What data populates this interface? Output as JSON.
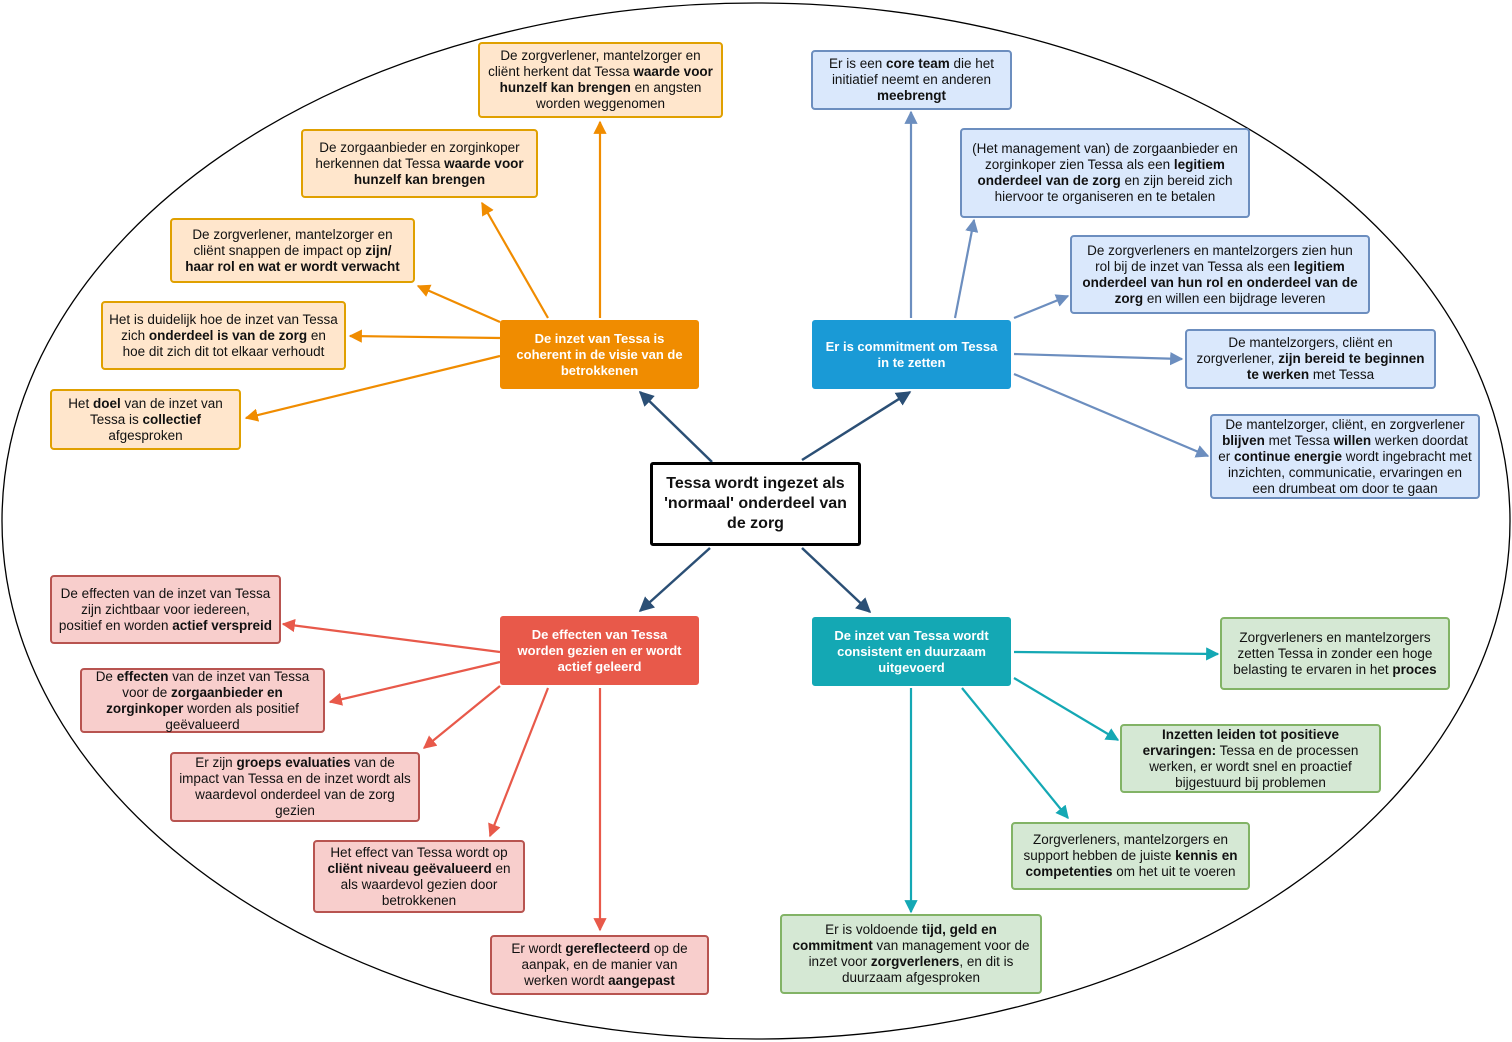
{
  "diagram": {
    "center": {
      "segments": [
        {
          "t": "Tessa wordt ingezet als 'normaal' onderdeel van de zorg",
          "b": false
        }
      ]
    },
    "hubs": {
      "coherent": {
        "segments": [
          {
            "t": "De inzet van Tessa is coherent in de visie van de betrokkenen",
            "b": false
          }
        ]
      },
      "commitment": {
        "segments": [
          {
            "t": "Er is commitment om Tessa in te zetten",
            "b": false
          }
        ]
      },
      "effecten": {
        "segments": [
          {
            "t": "De effecten van Tessa worden gezien en er wordt actief geleerd",
            "b": false
          }
        ]
      },
      "consistent": {
        "segments": [
          {
            "t": "De inzet van Tessa wordt consistent en duurzaam uitgevoerd",
            "b": false
          }
        ]
      }
    },
    "orange": [
      {
        "segments": [
          {
            "t": "De zorgverlener, mantelzorger en cliënt herkent dat Tessa ",
            "b": false
          },
          {
            "t": "waarde voor hunzelf kan brengen",
            "b": true
          },
          {
            "t": " en angsten worden weggenomen",
            "b": false
          }
        ]
      },
      {
        "segments": [
          {
            "t": "De zorgaanbieder en zorginkoper herkennen dat Tessa ",
            "b": false
          },
          {
            "t": "waarde voor hunzelf kan brengen",
            "b": true
          }
        ]
      },
      {
        "segments": [
          {
            "t": "De zorgverlener, mantelzorger en cliënt snappen de impact op ",
            "b": false
          },
          {
            "t": "zijn/ haar rol en wat er wordt verwacht",
            "b": true
          }
        ]
      },
      {
        "segments": [
          {
            "t": "Het is duidelijk hoe de inzet van Tessa zich ",
            "b": false
          },
          {
            "t": "onderdeel is van de zorg",
            "b": true
          },
          {
            "t": " en hoe dit zich dit tot elkaar verhoudt",
            "b": false
          }
        ]
      },
      {
        "segments": [
          {
            "t": "Het ",
            "b": false
          },
          {
            "t": "doel",
            "b": true
          },
          {
            "t": " van de inzet van Tessa is ",
            "b": false
          },
          {
            "t": "collectief",
            "b": true
          },
          {
            "t": " afgesproken",
            "b": false
          }
        ]
      }
    ],
    "blue": [
      {
        "segments": [
          {
            "t": "Er is een ",
            "b": false
          },
          {
            "t": "core team",
            "b": true
          },
          {
            "t": " die het initiatief neemt en anderen ",
            "b": false
          },
          {
            "t": "meebrengt",
            "b": true
          }
        ]
      },
      {
        "segments": [
          {
            "t": "(Het management van) de zorgaanbieder en zorginkoper zien Tessa als een ",
            "b": false
          },
          {
            "t": "legitiem onderdeel van de zorg",
            "b": true
          },
          {
            "t": " en zijn bereid zich hiervoor te organiseren en te betalen",
            "b": false
          }
        ]
      },
      {
        "segments": [
          {
            "t": "De zorgverleners en mantelzorgers zien hun rol bij de inzet van Tessa als een ",
            "b": false
          },
          {
            "t": "legitiem onderdeel van hun rol en onderdeel van de zorg",
            "b": true
          },
          {
            "t": " en willen een bijdrage leveren",
            "b": false
          }
        ]
      },
      {
        "segments": [
          {
            "t": "De mantelzorgers, cliënt en zorgverlener, ",
            "b": false
          },
          {
            "t": "zijn bereid te beginnen te werken",
            "b": true
          },
          {
            "t": " met Tessa",
            "b": false
          }
        ]
      },
      {
        "segments": [
          {
            "t": "De mantelzorger, cliënt, en zorgverlener ",
            "b": false
          },
          {
            "t": "blijven",
            "b": true
          },
          {
            "t": " met Tessa ",
            "b": false
          },
          {
            "t": "willen",
            "b": true
          },
          {
            "t": " werken doordat er ",
            "b": false
          },
          {
            "t": "continue energie",
            "b": true
          },
          {
            "t": " wordt ingebracht met inzichten, communicatie, ervaringen en een drumbeat om door te gaan",
            "b": false
          }
        ]
      }
    ],
    "red": [
      {
        "segments": [
          {
            "t": "De effecten van de inzet van Tessa zijn zichtbaar voor iedereen, positief en worden ",
            "b": false
          },
          {
            "t": "actief verspreid",
            "b": true
          }
        ]
      },
      {
        "segments": [
          {
            "t": "De ",
            "b": false
          },
          {
            "t": "effecten",
            "b": true
          },
          {
            "t": " van de inzet van Tessa voor de ",
            "b": false
          },
          {
            "t": "zorgaanbieder en zorginkoper",
            "b": true
          },
          {
            "t": " worden als positief geëvalueerd",
            "b": false
          }
        ]
      },
      {
        "segments": [
          {
            "t": "Er zijn ",
            "b": false
          },
          {
            "t": "groeps evaluaties",
            "b": true
          },
          {
            "t": " van de impact van Tessa en de inzet wordt als waardevol onderdeel van de zorg gezien",
            "b": false
          }
        ]
      },
      {
        "segments": [
          {
            "t": "Het effect van Tessa wordt op ",
            "b": false
          },
          {
            "t": "cliënt niveau geëvalueerd",
            "b": true
          },
          {
            "t": " en als waardevol gezien door betrokkenen",
            "b": false
          }
        ]
      },
      {
        "segments": [
          {
            "t": "Er wordt ",
            "b": false
          },
          {
            "t": "gereflecteerd",
            "b": true
          },
          {
            "t": " op de aanpak, en de manier van werken wordt ",
            "b": false
          },
          {
            "t": "aangepast",
            "b": true
          }
        ]
      }
    ],
    "green": [
      {
        "segments": [
          {
            "t": "Zorgverleners en mantelzorgers zetten Tessa in zonder een hoge belasting te ervaren in het ",
            "b": false
          },
          {
            "t": "proces",
            "b": true
          }
        ]
      },
      {
        "segments": [
          {
            "t": "Inzetten leiden tot positieve ervaringen:",
            "b": true
          },
          {
            "t": " Tessa en de processen werken, er wordt snel en proactief bijgestuurd bij problemen",
            "b": false
          }
        ]
      },
      {
        "segments": [
          {
            "t": "Zorgverleners, mantelzorgers en support hebben de juiste ",
            "b": false
          },
          {
            "t": "kennis en competenties",
            "b": true
          },
          {
            "t": " om het uit te voeren",
            "b": false
          }
        ]
      },
      {
        "segments": [
          {
            "t": "Er is voldoende ",
            "b": false
          },
          {
            "t": "tijd, geld en commitment",
            "b": true
          },
          {
            "t": " van management voor de inzet voor ",
            "b": false
          },
          {
            "t": "zorgverleners",
            "b": true
          },
          {
            "t": ", en dit is duurzaam afgesproken",
            "b": false
          }
        ]
      }
    ],
    "colors": {
      "orange_hub": "#f08c00",
      "orange_leaf_fill": "#ffe6cc",
      "orange_leaf_border": "#e0a000",
      "blue_hub": "#1a9ad6",
      "blue_leaf_fill": "#dae8fc",
      "blue_leaf_border": "#6c8ebf",
      "red_hub": "#e8594a",
      "red_leaf_fill": "#f8cecc",
      "red_leaf_border": "#b85450",
      "teal_hub": "#14a8b4",
      "green_leaf_fill": "#d5e8d4",
      "green_leaf_border": "#82b366",
      "center_arrows": "#2b4f75"
    }
  }
}
